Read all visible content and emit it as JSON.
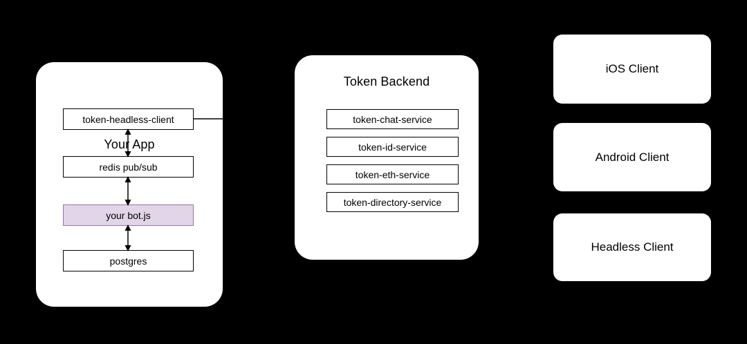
{
  "diagram": {
    "background_color": "#000000",
    "card_color": "#ffffff",
    "stroke_color": "#000000",
    "highlight_fill": "#e1d5e7",
    "highlight_stroke": "#9673a6"
  },
  "your_app": {
    "title": "Your App",
    "nodes": [
      {
        "label": "token-headless-client",
        "highlighted": false
      },
      {
        "label": "redis pub/sub",
        "highlighted": false
      },
      {
        "label": "your bot.js",
        "highlighted": true
      },
      {
        "label": "postgres",
        "highlighted": false
      }
    ]
  },
  "token_backend": {
    "title": "Token Backend",
    "services": [
      {
        "label": "token-chat-service"
      },
      {
        "label": "token-id-service"
      },
      {
        "label": "token-eth-service"
      },
      {
        "label": "token-directory-service"
      }
    ]
  },
  "clients": [
    {
      "label": "iOS Client"
    },
    {
      "label": "Android Client"
    },
    {
      "label": "Headless Client"
    }
  ],
  "connections": [
    {
      "from": "token-headless-client",
      "to": "redis pub/sub",
      "style": "double-arrow"
    },
    {
      "from": "redis pub/sub",
      "to": "your bot.js",
      "style": "double-arrow"
    },
    {
      "from": "your bot.js",
      "to": "postgres",
      "style": "double-arrow"
    },
    {
      "from": "token-headless-client",
      "to": "",
      "style": "line"
    }
  ]
}
